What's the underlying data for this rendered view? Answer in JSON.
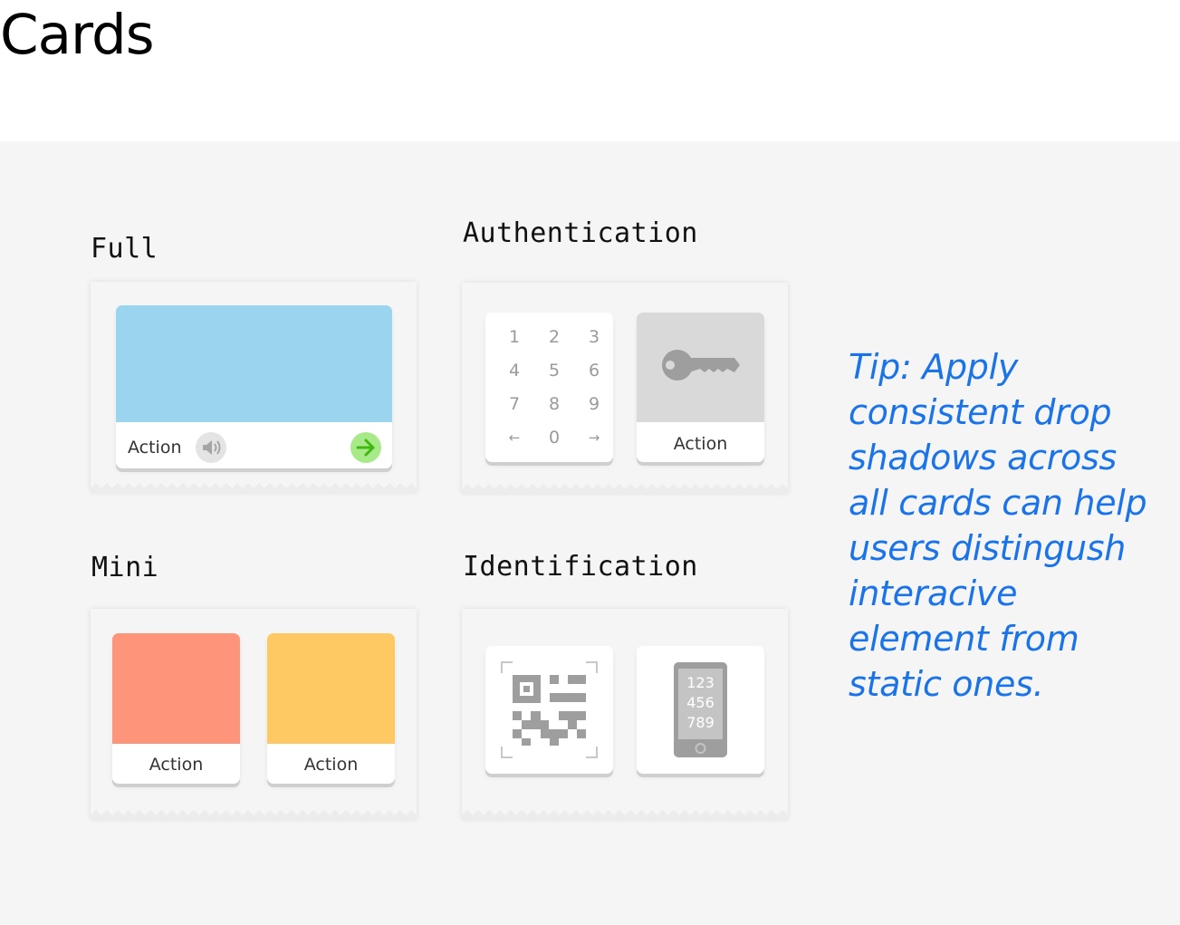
{
  "page": {
    "title": "Cards"
  },
  "sections": {
    "full": {
      "label": "Full",
      "card": {
        "image_color": "#9bd4ee",
        "action_label": "Action"
      }
    },
    "authentication": {
      "label": "Authentication",
      "keypad_keys": [
        "1",
        "2",
        "3",
        "4",
        "5",
        "6",
        "7",
        "8",
        "9",
        "←",
        "0",
        "→"
      ],
      "key_card": {
        "image_color": "#d9d9d9",
        "action_label": "Action"
      }
    },
    "mini": {
      "label": "Mini",
      "cards": [
        {
          "image_color": "#fe957b",
          "action_label": "Action"
        },
        {
          "image_color": "#fec863",
          "action_label": "Action"
        }
      ]
    },
    "identification": {
      "label": "Identification",
      "phone_code_lines": [
        "123",
        "456",
        "789"
      ]
    }
  },
  "tip": {
    "text": "Tip: Apply consistent drop shadows across all cards can help users distingush interacive element from static ones."
  },
  "colors": {
    "background": "#f5f5f5",
    "tip_text": "#1a73e8",
    "icon_gray": "#9e9e9e",
    "arrow_green": "#4cc21a"
  },
  "icons": [
    "speaker-icon",
    "arrow-right-icon",
    "key-icon",
    "qr-code-icon",
    "phone-icon"
  ]
}
